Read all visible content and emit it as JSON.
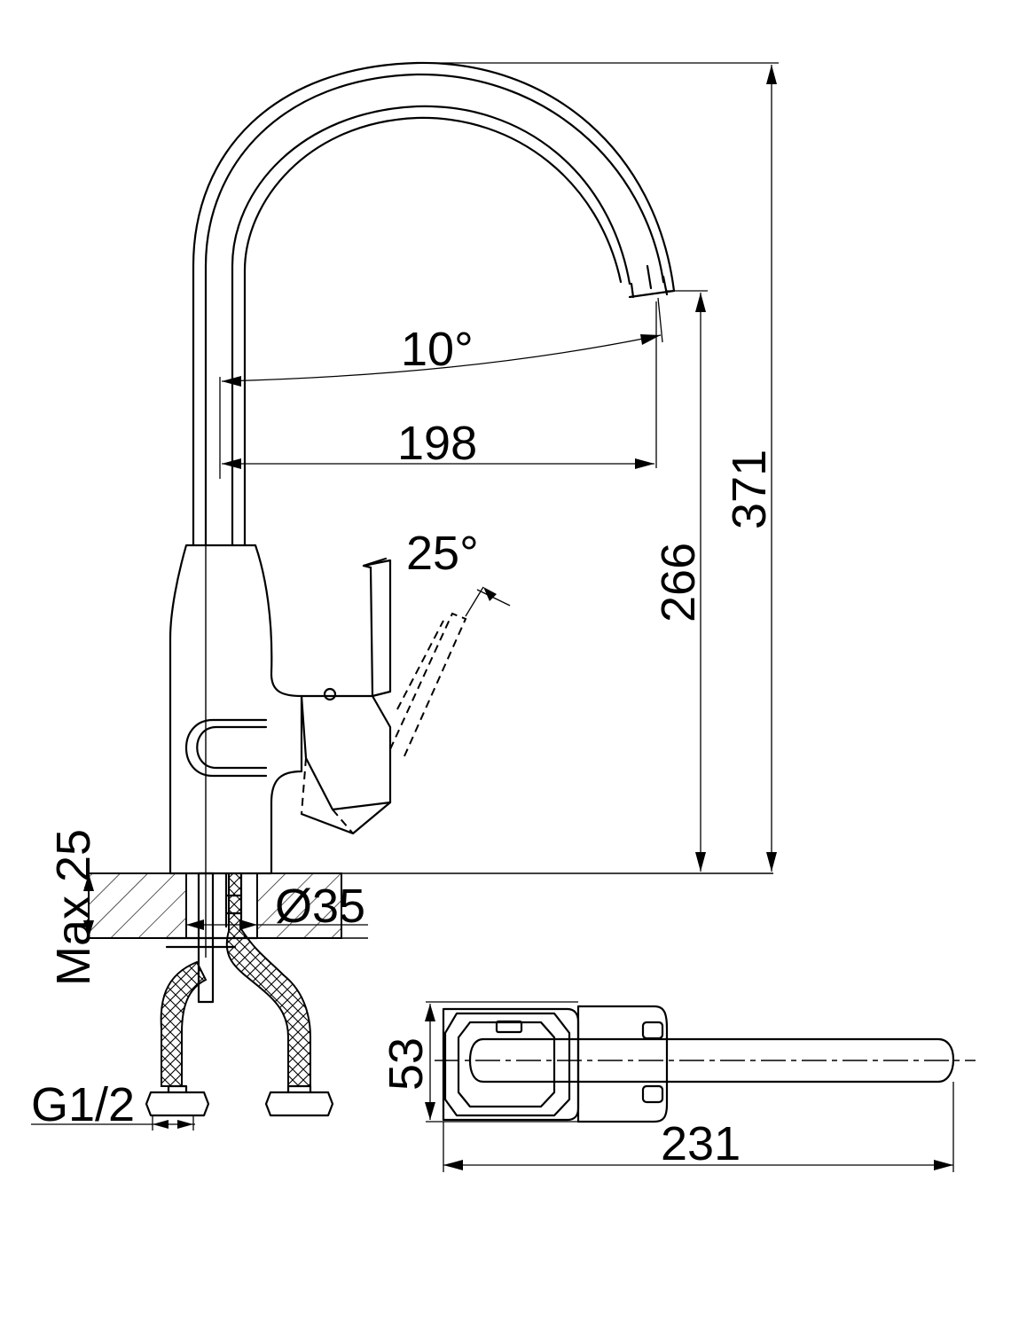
{
  "dimensions": {
    "spout_angle": "10°",
    "spout_reach": "198",
    "spout_height": "266",
    "total_height": "371",
    "lever_angle": "25°",
    "max_thickness": "Max.25",
    "hole_diameter": "Ø35",
    "thread": "G1/2",
    "base_width": "53",
    "top_length": "231"
  }
}
